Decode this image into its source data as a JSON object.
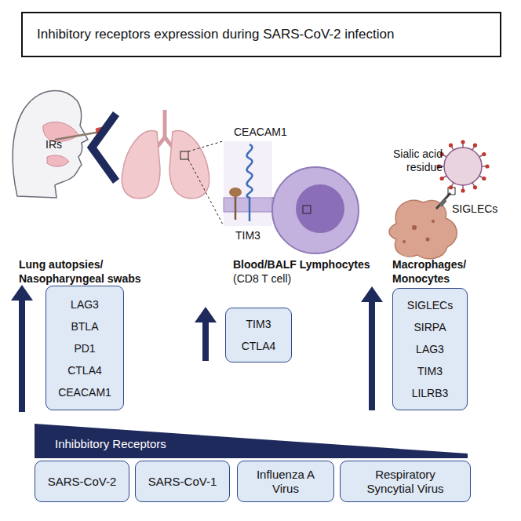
{
  "diagram": {
    "title": "Inhibitory receptors expression during SARS-CoV-2 infection",
    "nodes": [
      {
        "text": [
          "Lung autopsies/ Nasopharyngeal swabs",
          "LAG3",
          "BTLA",
          "PD1",
          "CTLA4",
          "CEACAM1"
        ]
      },
      {
        "text": [
          "Blood/BALF Lymphocytes",
          "(CD8 T cell)",
          "TIM3",
          "CTLA4"
        ]
      },
      {
        "text": [
          "Macrophages/ Monocytes",
          "SIGLECs",
          "SIRPA",
          "LAG3",
          "TIM3",
          "LILRB3"
        ]
      },
      {
        "text": [
          "Inhibbitory Receptors"
        ]
      },
      {
        "text": [
          "SARS-CoV-2"
        ]
      },
      {
        "text": [
          "SARS-CoV-1"
        ]
      },
      {
        "text": [
          "Influenza A Virus"
        ]
      },
      {
        "text": [
          "Respiratory Syncytial Virus"
        ]
      }
    ],
    "labels": [
      "IRs",
      "CEACAM1",
      "TIM3",
      "Sialic acid residue",
      "SIGLECs"
    ]
  }
}
